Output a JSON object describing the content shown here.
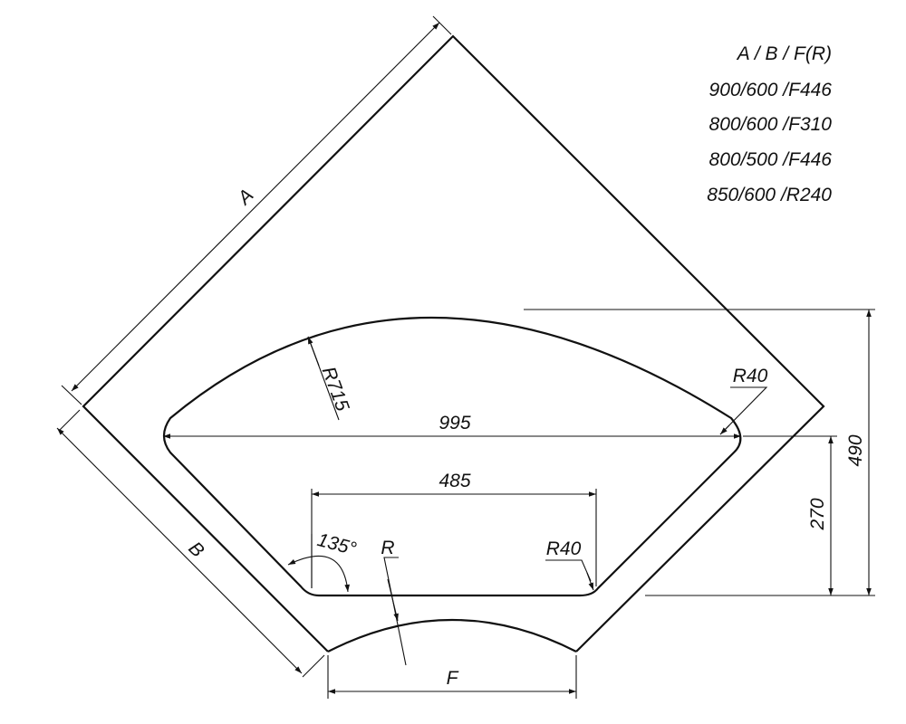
{
  "spec_table": {
    "header": "A / B / F(R)",
    "rows": [
      "900/600 /F446",
      "800/600 /F310",
      "800/500 /F446",
      "850/600 /R240"
    ]
  },
  "dimensions": {
    "side_a": "A",
    "side_b": "B",
    "front_f": "F",
    "front_radius": "R",
    "arc_radius": "R715",
    "corner_radius_top": "R40",
    "corner_radius_bottom": "R40",
    "overall_width": "995",
    "bottom_width": "485",
    "angle": "135°",
    "height_total": "490",
    "height_lower": "270"
  },
  "colors": {
    "line": "#111111",
    "background": "#ffffff"
  }
}
